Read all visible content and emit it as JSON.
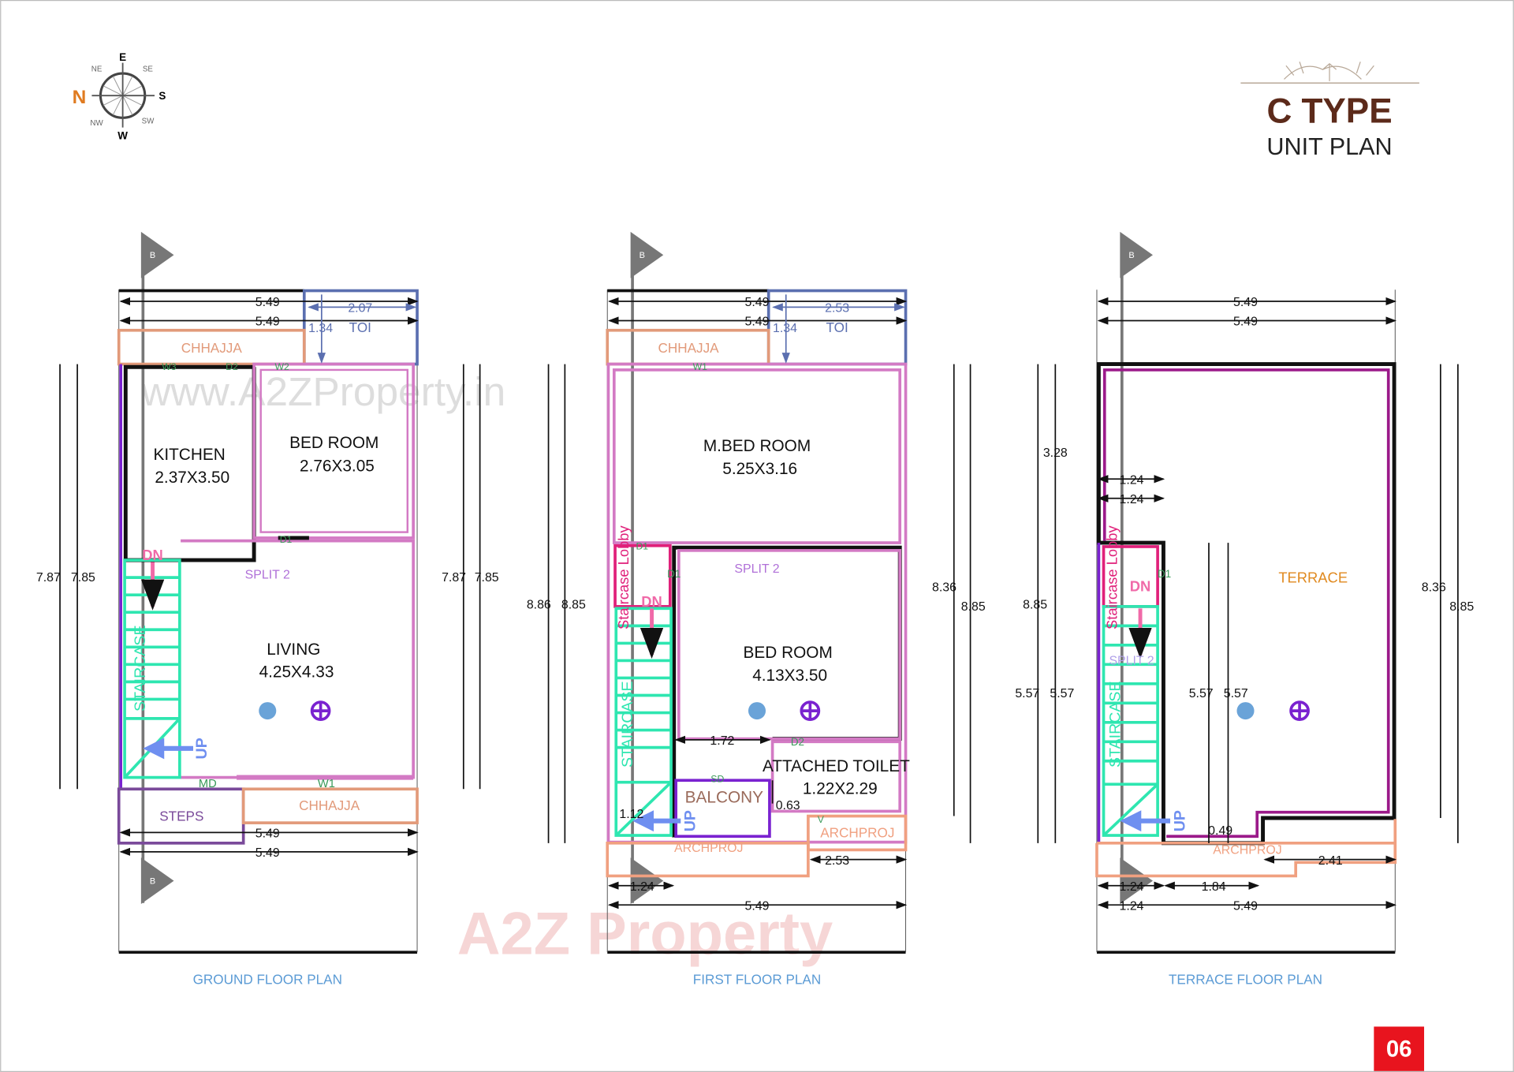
{
  "compass": {
    "n": "N",
    "e": "E",
    "s": "S",
    "w": "W",
    "ne": "NE",
    "se": "SE",
    "nw": "NW",
    "sw": "SW"
  },
  "title": {
    "line1": "C TYPE",
    "line2": "UNIT PLAN"
  },
  "colors": {
    "title": "#5c2a1a",
    "accent_orange": "#e07b20",
    "page_badge": "#e8141e",
    "wall": "#111111",
    "room_pink": "#d37ac4",
    "staircase": "#2ee6b0",
    "toilet_blue": "#5b6fb0",
    "chhajja": "#e29a7a",
    "terrace_border": "#9b1a8a"
  },
  "watermark": {
    "url": "www.A2ZProperty.in",
    "logo": "A2Z Property"
  },
  "section_marker": "B",
  "ground": {
    "label": "GROUND FLOOR PLAN",
    "dims": {
      "w1": "5.49",
      "w2": "5.49",
      "toi_w": "2.07",
      "toi_h": "1.34",
      "bw1": "5.49",
      "bw2": "5.49",
      "h_left_a": "7.87",
      "h_left_b": "7.85",
      "h_right_a": "7.87",
      "h_right_b": "7.85"
    },
    "toi": "TOI",
    "chhajja_top": "CHHAJJA",
    "chhajja_bottom": "CHHAJJA",
    "kitchen": {
      "name": "KITCHEN",
      "size": "2.37X3.50"
    },
    "bedroom": {
      "name": "BED ROOM",
      "size": "2.76X3.05"
    },
    "living": {
      "name": "LIVING",
      "size": "4.25X4.33"
    },
    "split": "SPLIT 2",
    "staircase": "STAIRCASE",
    "dn": "DN",
    "up": "UP",
    "steps": "STEPS",
    "openings": {
      "w3": "W3",
      "d2": "D2",
      "w2": "W2",
      "d1": "D1",
      "md": "MD",
      "w1": "W1"
    }
  },
  "first": {
    "label": "FIRST FLOOR PLAN",
    "dims": {
      "w1": "5.49",
      "w2": "5.49",
      "toi_w": "2.53",
      "toi_h": "1.34",
      "d172": "1.72",
      "d063": "0.63",
      "d112": "1.12",
      "d253": "2.53",
      "d124": "1.24",
      "bw": "5.49",
      "h_left_a": "8.86",
      "h_left_b": "8.85",
      "h_right_a": "8.36",
      "h_right_b": "8.85"
    },
    "toi": "TOI",
    "chhajja": "CHHAJJA",
    "mbed": {
      "name": "M.BED ROOM",
      "size": "5.25X3.16"
    },
    "bedroom": {
      "name": "BED ROOM",
      "size": "4.13X3.50"
    },
    "toilet": {
      "name": "ATTACHED TOILET",
      "size": "1.22X2.29"
    },
    "balcony": "BALCONY",
    "split": "SPLIT 2",
    "lobby": "Staircase Lobby",
    "staircase": "STAIRCASE",
    "dn": "DN",
    "up": "UP",
    "archproj1": "ARCHPROJ",
    "archproj2": "ARCHPROJ",
    "openings": {
      "w1": "W1",
      "d1a": "D1",
      "d1b": "D1",
      "d2": "D2",
      "sd": "SD",
      "v": "V"
    }
  },
  "terrace": {
    "label": "TERRACE FLOOR PLAN",
    "dims": {
      "w1": "5.49",
      "w2": "5.49",
      "d328": "3.28",
      "d124a": "1.24",
      "d124b": "1.24",
      "h_left": "8.85",
      "h557a": "5.57",
      "h557b": "5.57",
      "c557a": "5.57",
      "c557b": "5.57",
      "d049": "0.49",
      "d241": "2.41",
      "d124c": "1.24",
      "d184": "1.84",
      "d124d": "1.24",
      "bw": "5.49",
      "h_right_a": "8.36",
      "h_right_b": "8.85"
    },
    "name": "TERRACE",
    "split": "SPLIT 2",
    "lobby": "Staircase Lobby",
    "staircase": "STAIRCASE",
    "dn": "DN",
    "up": "UP",
    "archproj": "ARCHPROJ",
    "d1": "D1"
  },
  "page_number": "06"
}
